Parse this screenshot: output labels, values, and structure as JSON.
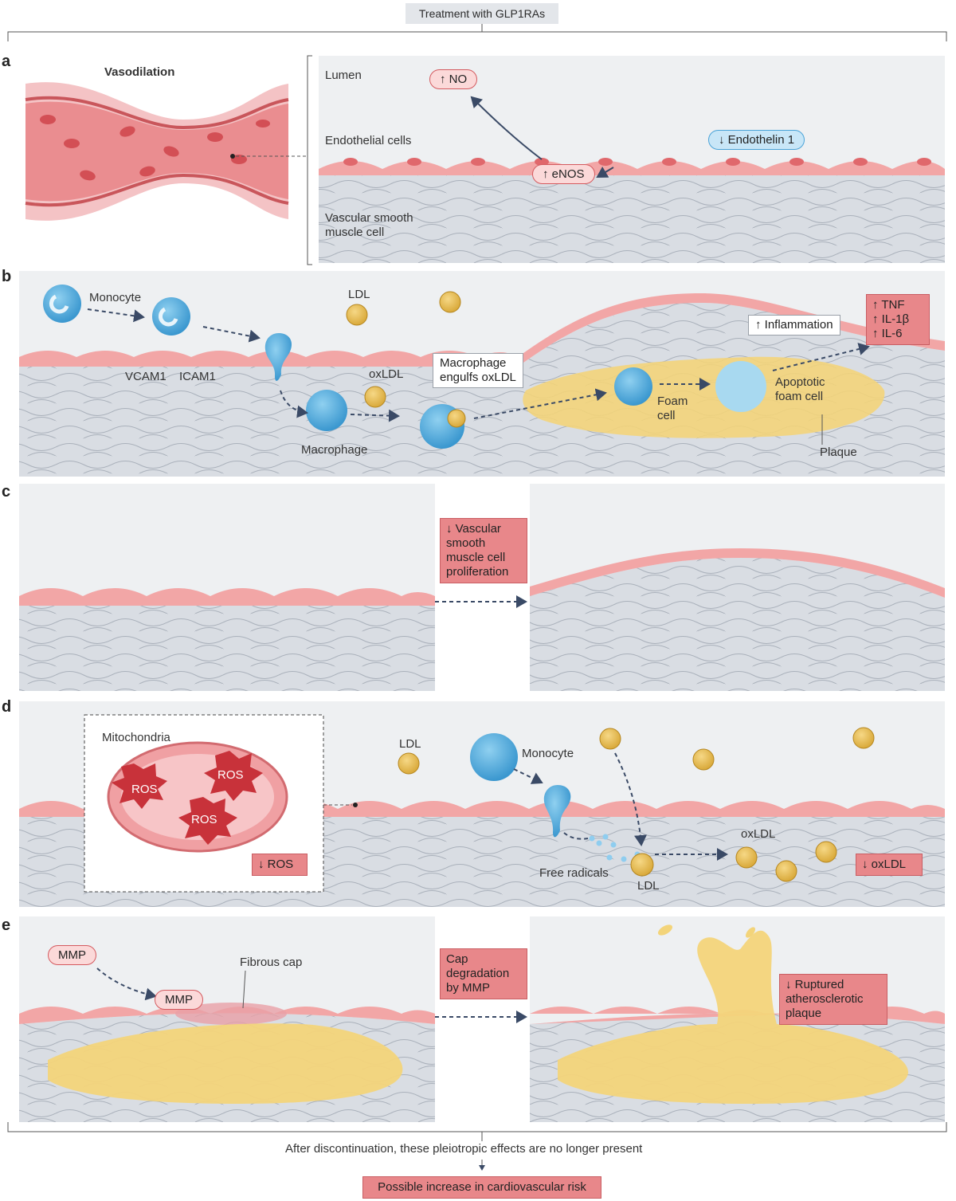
{
  "header": {
    "treatment": "Treatment with GLP1RAs"
  },
  "panels": {
    "a": {
      "letter": "a",
      "title": "Vasodilation",
      "lumen": "Lumen",
      "endothelial": "Endothelial cells",
      "vsmc_line1": "Vascular smooth",
      "vsmc_line2": "muscle cell",
      "no": "↑ NO",
      "enos": "↑ eNOS",
      "endothelin": "↓ Endothelin 1"
    },
    "b": {
      "letter": "b",
      "monocyte": "Monocyte",
      "ldl": "LDL",
      "vcam": "VCAM1",
      "icam": "ICAM1",
      "oxldl": "oxLDL",
      "macrophage": "Macrophage",
      "engulf_line1": "Macrophage",
      "engulf_line2": "engulfs oxLDL",
      "foam_line1": "Foam",
      "foam_line2": "cell",
      "apoptotic_line1": "Apoptotic",
      "apoptotic_line2": "foam cell",
      "plaque": "Plaque",
      "inflammation": "↑ Inflammation",
      "cytokines": [
        "↑ TNF",
        "↑ IL-1β",
        "↑ IL-6"
      ]
    },
    "c": {
      "letter": "c",
      "proliferation": [
        "↓ Vascular",
        "smooth",
        "muscle cell",
        "proliferation"
      ]
    },
    "d": {
      "letter": "d",
      "mitochondria": "Mitochondria",
      "ros": "ROS",
      "ros_box": "↓ ROS",
      "ldl": "LDL",
      "monocyte": "Monocyte",
      "oxldl": "oxLDL",
      "free_radicals": "Free radicals",
      "ldl2": "LDL",
      "oxldl_box": "↓ oxLDL"
    },
    "e": {
      "letter": "e",
      "mmp": "MMP",
      "mmp2": "MMP",
      "fibrous_cap": "Fibrous cap",
      "cap_degradation": [
        "Cap",
        "degradation",
        "by MMP"
      ],
      "ruptured": [
        "↓ Ruptured",
        "atherosclerotic",
        "plaque"
      ]
    }
  },
  "footer": {
    "discontinuation": "After discontinuation, these pleiotropic effects are no longer present",
    "risk": "Possible increase in cardiovascular risk"
  }
}
